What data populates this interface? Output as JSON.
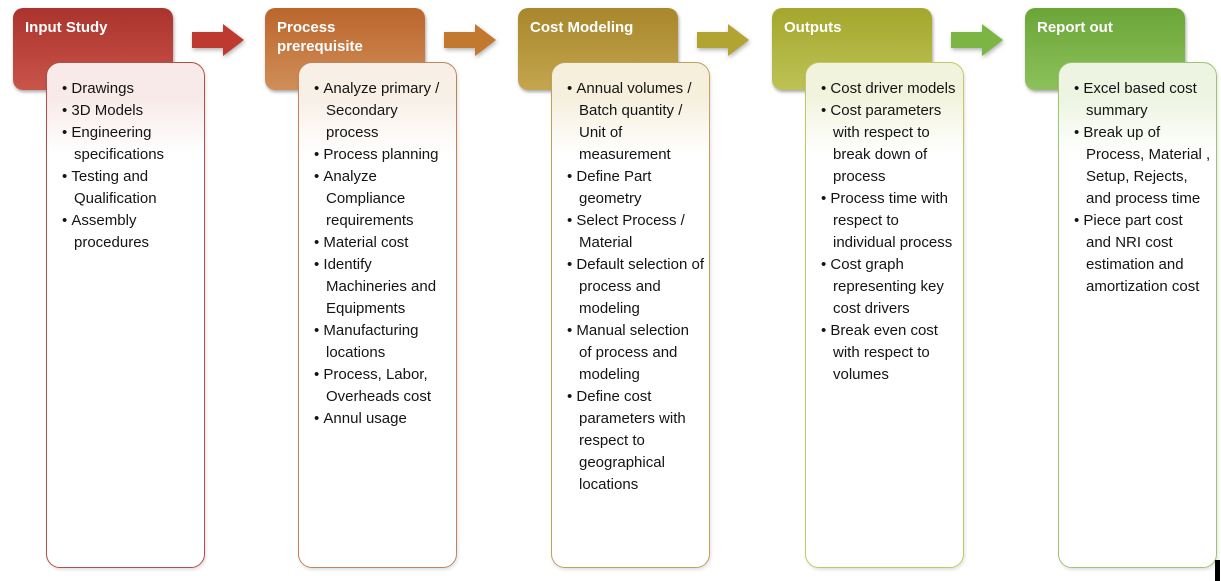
{
  "diagram": {
    "type": "process-flow",
    "text_color": "#141414",
    "header_text_color": "#ffffff",
    "stages": [
      {
        "title": "Input Study",
        "bullets": [
          "Drawings",
          "3D Models",
          "Engineering specifications",
          "Testing and Qualification",
          "Assembly procedures"
        ],
        "colors": {
          "header_top": "#ab332d",
          "header_bottom": "#c8544a",
          "box_border": "#b14f48",
          "box_tint": "#f7eae8",
          "arrow": "#be3a31"
        }
      },
      {
        "title": "Process prerequisite",
        "bullets": [
          "Analyze primary / Secondary process",
          "Process planning",
          "Analyze Compliance requirements",
          "Material cost",
          "Identify Machineries and Equipments",
          "Manufacturing locations",
          "Process, Labor, Overheads cost",
          "Annul usage"
        ],
        "colors": {
          "header_top": "#ba662c",
          "header_bottom": "#d18e58",
          "box_border": "#c28459",
          "box_tint": "#f8efe6",
          "arrow": "#c2782f"
        }
      },
      {
        "title": "Cost Modeling",
        "bullets": [
          "Annual volumes / Batch quantity / Unit of measurement",
          "Define Part geometry",
          "Select Process / Material",
          "Default selection of process and modeling",
          "Manual selection of process and modeling",
          "Define cost parameters with respect to geographical locations"
        ],
        "colors": {
          "header_top": "#a8862c",
          "header_bottom": "#c3a64e",
          "box_border": "#c0a159",
          "box_tint": "#f5efdc",
          "arrow": "#b2a433"
        }
      },
      {
        "title": "Outputs",
        "bullets": [
          "Cost driver models",
          "Cost parameters with respect to break down of process",
          "Process time with respect to individual process",
          "Cost graph representing key cost drivers",
          "Break even cost with respect to volumes"
        ],
        "colors": {
          "header_top": "#a3a72c",
          "header_bottom": "#bec256",
          "box_border": "#c3c765",
          "box_tint": "#f2f3dd",
          "arrow": "#7cb544"
        }
      },
      {
        "title": "Report out",
        "bullets": [
          "Excel based cost summary",
          "Break up of Process, Material , Setup, Rejects, and process time",
          "Piece part cost and NRI cost estimation and amortization cost"
        ],
        "colors": {
          "header_top": "#6ba538",
          "header_bottom": "#8cc15b",
          "box_border": "#9dc571",
          "box_tint": "#edf4e1",
          "arrow": null
        }
      }
    ],
    "cursor_bar": {
      "color": "#000000"
    }
  }
}
